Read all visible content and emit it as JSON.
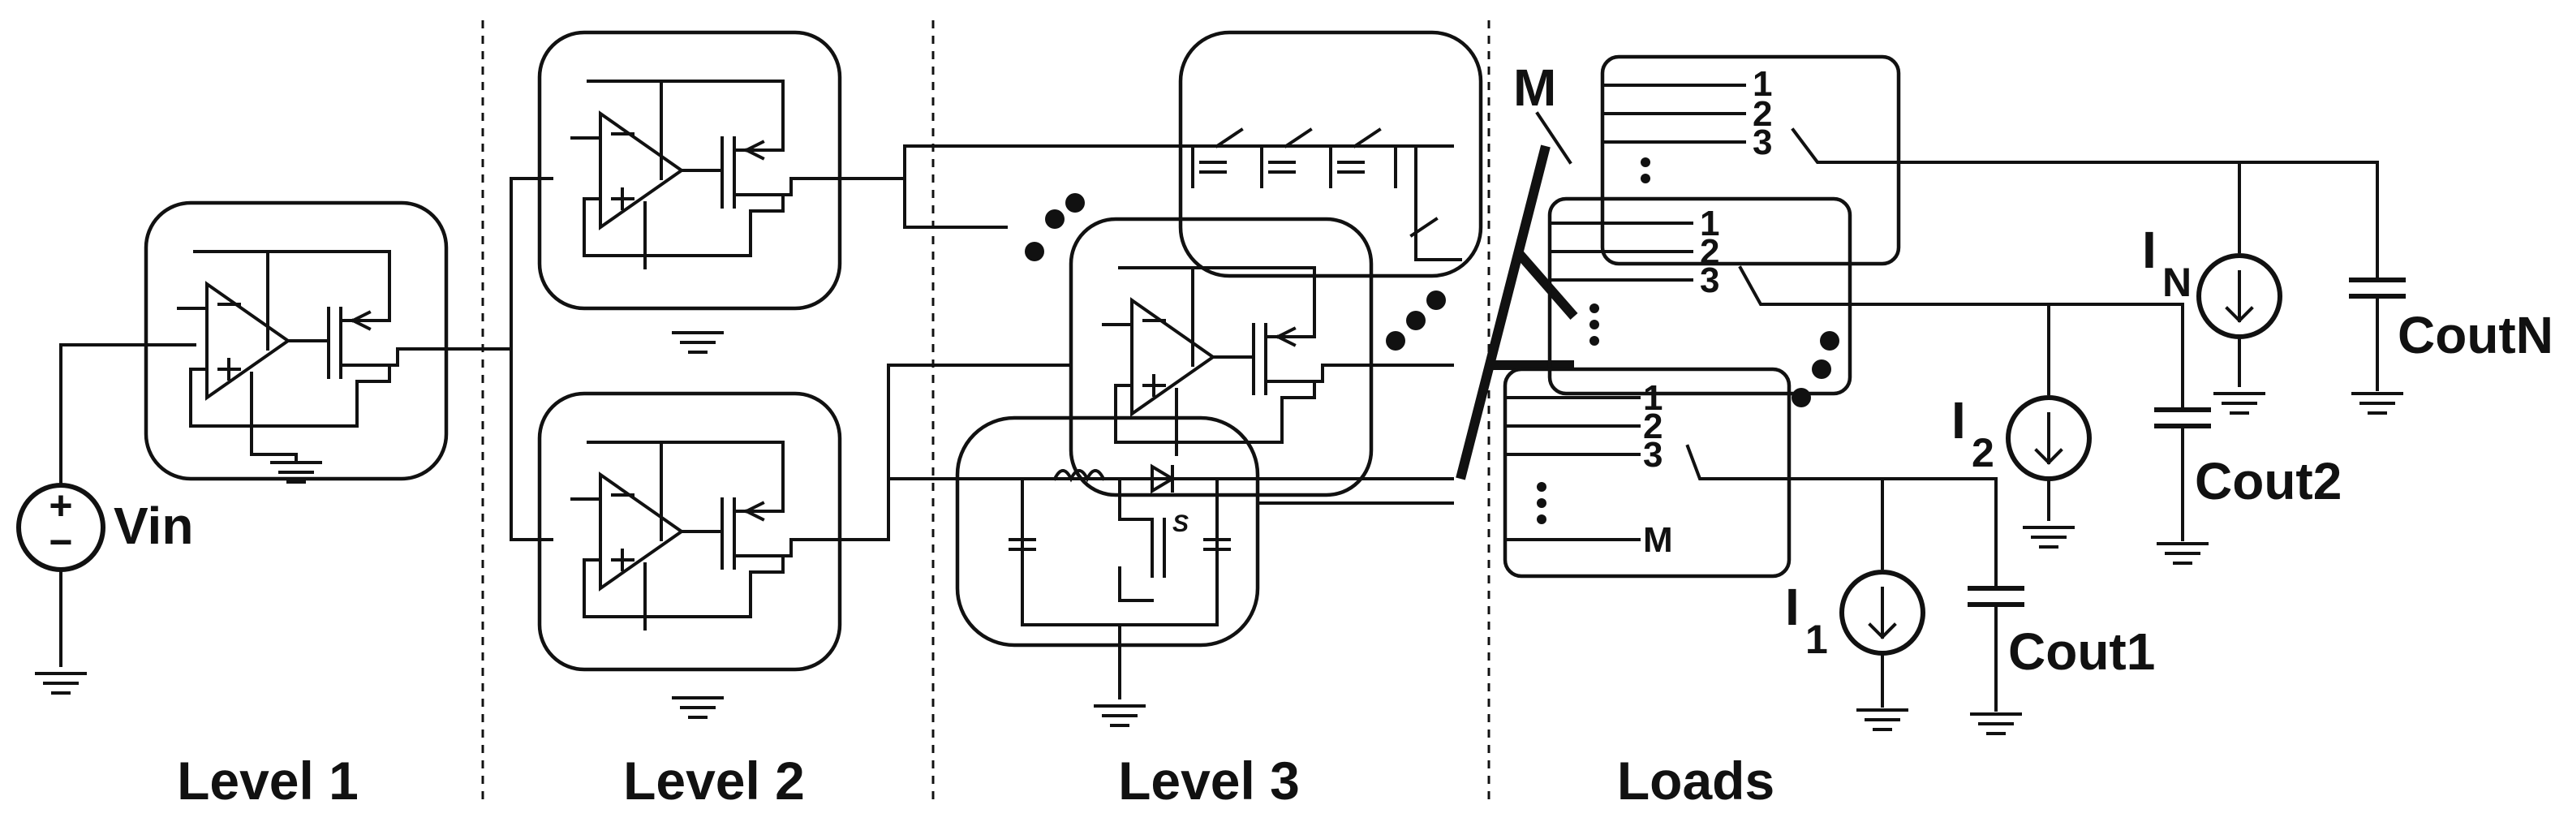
{
  "sections": [
    "Level 1",
    "Level 2",
    "Level 3",
    "Loads"
  ],
  "source": {
    "label": "Vin",
    "plus": "+",
    "minus": "−"
  },
  "opamp_signs": {
    "minus": "−",
    "plus": "+"
  },
  "bus_label": "M",
  "load_blocks": [
    {
      "taps": [
        "1",
        "2",
        "3"
      ],
      "last": ""
    },
    {
      "taps": [
        "1",
        "2",
        "3"
      ],
      "last": ""
    },
    {
      "taps": [
        "1",
        "2",
        "3"
      ],
      "last": "M"
    }
  ],
  "current_sources": [
    {
      "base": "I",
      "sub": "1"
    },
    {
      "base": "I",
      "sub": "2"
    },
    {
      "base": "I",
      "sub": "N"
    }
  ],
  "capacitors": [
    "Cout1",
    "Cout2",
    "CoutN"
  ],
  "switch_label": "S"
}
